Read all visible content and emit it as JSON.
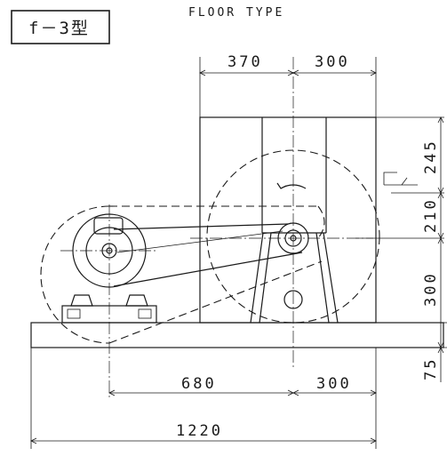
{
  "title": "FLOOR TYPE",
  "model_label": "f－3型",
  "dimensions": {
    "top_left": "370",
    "top_right": "300",
    "bottom_left": "680",
    "bottom_right": "300",
    "total_width": "1220",
    "right_top": "245",
    "right_mid": "210",
    "right_low": "300",
    "right_base": "75"
  }
}
